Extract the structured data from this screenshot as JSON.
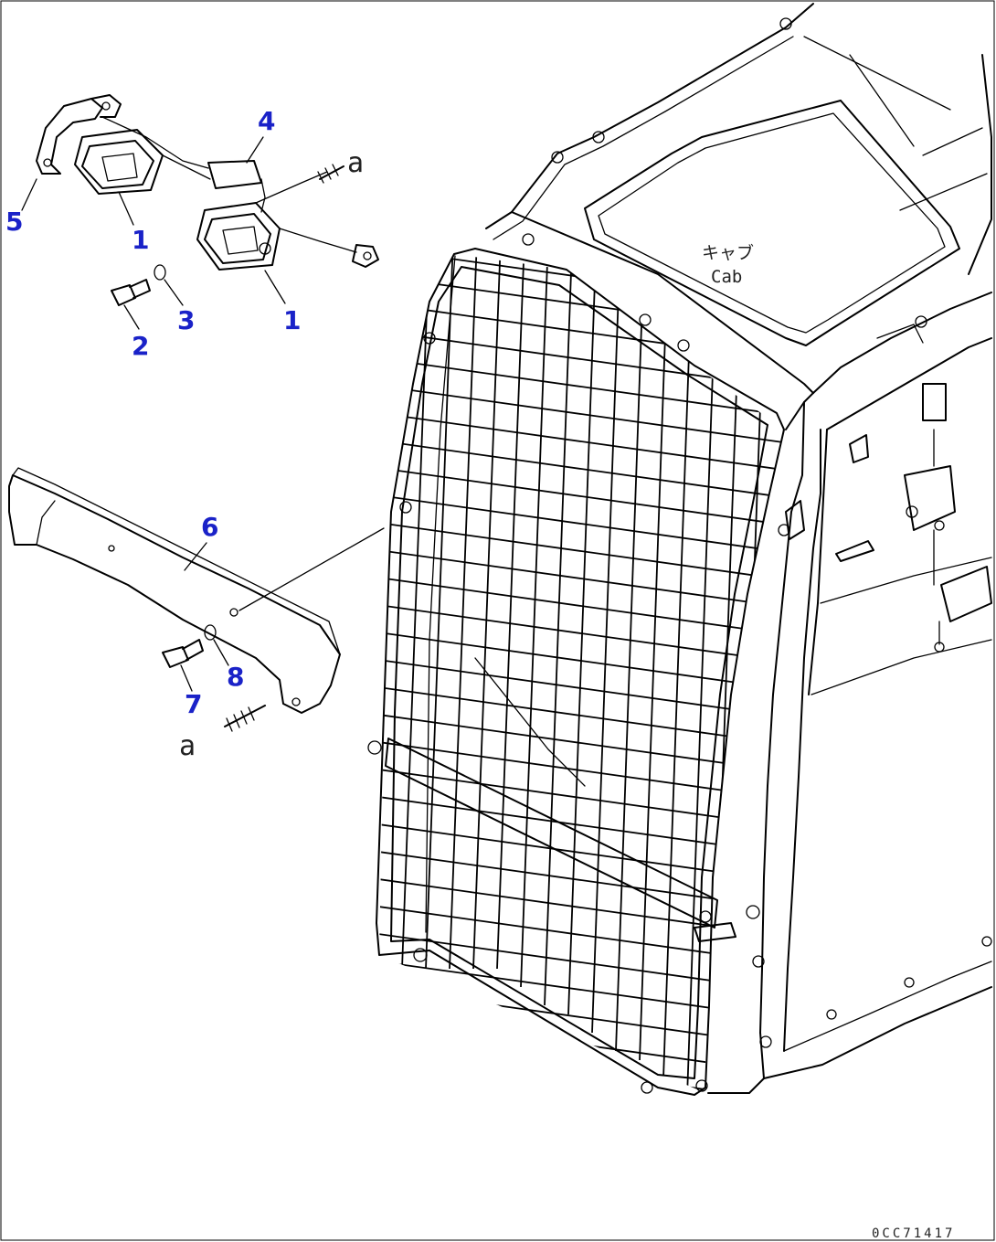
{
  "callouts": {
    "c1a": "1",
    "c1b": "1",
    "c2": "2",
    "c3": "3",
    "c4": "4",
    "c5": "5",
    "c6": "6",
    "c7": "7",
    "c8": "8"
  },
  "marks": {
    "a_top": "a",
    "a_bottom": "a"
  },
  "cab_label": {
    "jp": "キャブ",
    "en": "Cab"
  },
  "drawing_code": "0CC71417",
  "colors": {
    "callout": "#1a22c8",
    "line": "#000000"
  }
}
